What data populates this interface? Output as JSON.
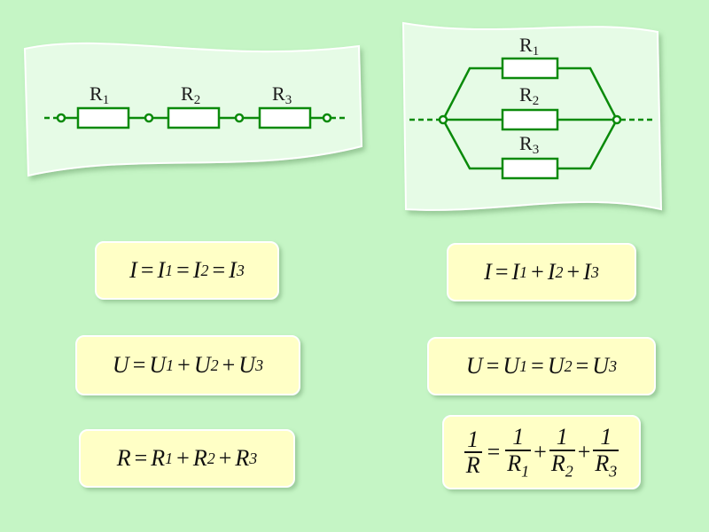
{
  "series_circuit": {
    "resistors": [
      {
        "base": "R",
        "sub": "1"
      },
      {
        "base": "R",
        "sub": "2"
      },
      {
        "base": "R",
        "sub": "3"
      }
    ]
  },
  "parallel_circuit": {
    "resistors": [
      {
        "base": "R",
        "sub": "1"
      },
      {
        "base": "R",
        "sub": "2"
      },
      {
        "base": "R",
        "sub": "3"
      }
    ]
  },
  "series_formulas": {
    "current": {
      "lhs": "I",
      "eq": "=",
      "t1": "I",
      "s1": "1",
      "op1": "=",
      "t2": "I",
      "s2": "2",
      "op2": "=",
      "t3": "I",
      "s3": "3"
    },
    "voltage": {
      "lhs": "U",
      "eq": "=",
      "t1": "U",
      "s1": "1",
      "op1": "+",
      "t2": "U",
      "s2": "2",
      "op2": "+",
      "t3": "U",
      "s3": "3"
    },
    "resistance": {
      "lhs": "R",
      "eq": "=",
      "t1": "R",
      "s1": "1",
      "op1": "+",
      "t2": "R",
      "s2": "2",
      "op2": "+",
      "t3": "R",
      "s3": "3"
    }
  },
  "parallel_formulas": {
    "current": {
      "lhs": "I",
      "eq": "=",
      "t1": "I",
      "s1": "1",
      "op1": "+",
      "t2": "I",
      "s2": "2",
      "op2": "+",
      "t3": "I",
      "s3": "3"
    },
    "voltage": {
      "lhs": "U",
      "eq": "=",
      "t1": "U",
      "s1": "1",
      "op1": "=",
      "t2": "U",
      "s2": "2",
      "op2": "=",
      "t3": "U",
      "s3": "3"
    },
    "resistance": {
      "num": "1",
      "lhs": "R",
      "eq": "=",
      "f1": {
        "num": "1",
        "den": "R",
        "sub": "1"
      },
      "op1": "+",
      "f2": {
        "num": "1",
        "den": "R",
        "sub": "2"
      },
      "op2": "+",
      "f3": {
        "num": "1",
        "den": "R",
        "sub": "3"
      }
    }
  },
  "colors": {
    "wire": "#0a8a0a",
    "background": "#c5f5c5",
    "card": "#ffffc6"
  }
}
